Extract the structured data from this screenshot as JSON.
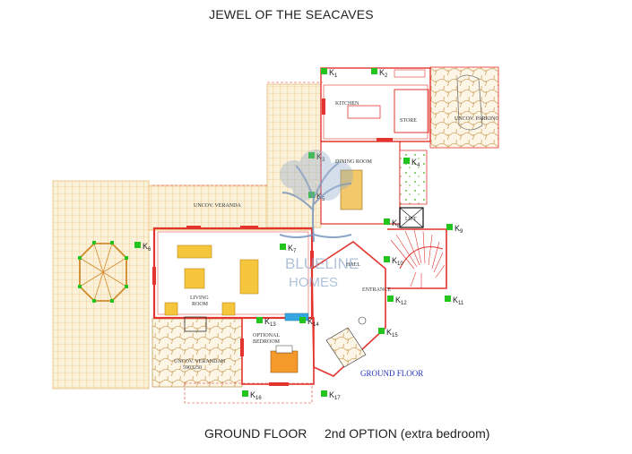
{
  "header": {
    "title": "JEWEL OF THE SEACAVES"
  },
  "footer": {
    "floor": "GROUND FLOOR",
    "option": "2nd OPTION (extra bedroom)"
  },
  "plan_labels": {
    "kitchen": "KITCHEN",
    "store": "STORE",
    "uncov_parking": "UNCOV. PARKING",
    "dining_room": "DINING ROOM",
    "uncov_veranda_top": "UNCOV. VERANDA",
    "living_room_1": "LIVING",
    "living_room_2": "ROOM",
    "hall": "HALL",
    "entrance": "ENTRANCE",
    "lift": "LIFT",
    "optional_bedroom_1": "OPTIONAL",
    "optional_bedroom_2": "BEDROOM",
    "uncov_veranda_bottom": "UNCOV. VERANDAH",
    "veranda_size": "5903250",
    "ground_floor": "GROUND FLOOR"
  },
  "watermark": {
    "line1": "BLUELINE",
    "line2": "HOMES"
  },
  "k_markers": [
    {
      "id": "K1",
      "sub": "1"
    },
    {
      "id": "K2",
      "sub": "2"
    },
    {
      "id": "K3",
      "sub": "3"
    },
    {
      "id": "K4",
      "sub": "4"
    },
    {
      "id": "K5",
      "sub": "5"
    },
    {
      "id": "K6",
      "sub": "6"
    },
    {
      "id": "K7",
      "sub": "7"
    },
    {
      "id": "K8",
      "sub": "8"
    },
    {
      "id": "K9",
      "sub": "9"
    },
    {
      "id": "K10",
      "sub": "10"
    },
    {
      "id": "K11",
      "sub": "11"
    },
    {
      "id": "K12",
      "sub": "12"
    },
    {
      "id": "K13",
      "sub": "13"
    },
    {
      "id": "K14",
      "sub": "14"
    },
    {
      "id": "K15",
      "sub": "15"
    },
    {
      "id": "K16",
      "sub": "16"
    },
    {
      "id": "K17",
      "sub": "17"
    }
  ],
  "colors": {
    "wall": "#e3342f",
    "tile": "#f2d49a",
    "tile_line": "#e8b86a",
    "marker": "#22c41d",
    "furniture": "#f5c63c",
    "garden": "#9ad67c",
    "watermark": "#6f8fb8"
  }
}
